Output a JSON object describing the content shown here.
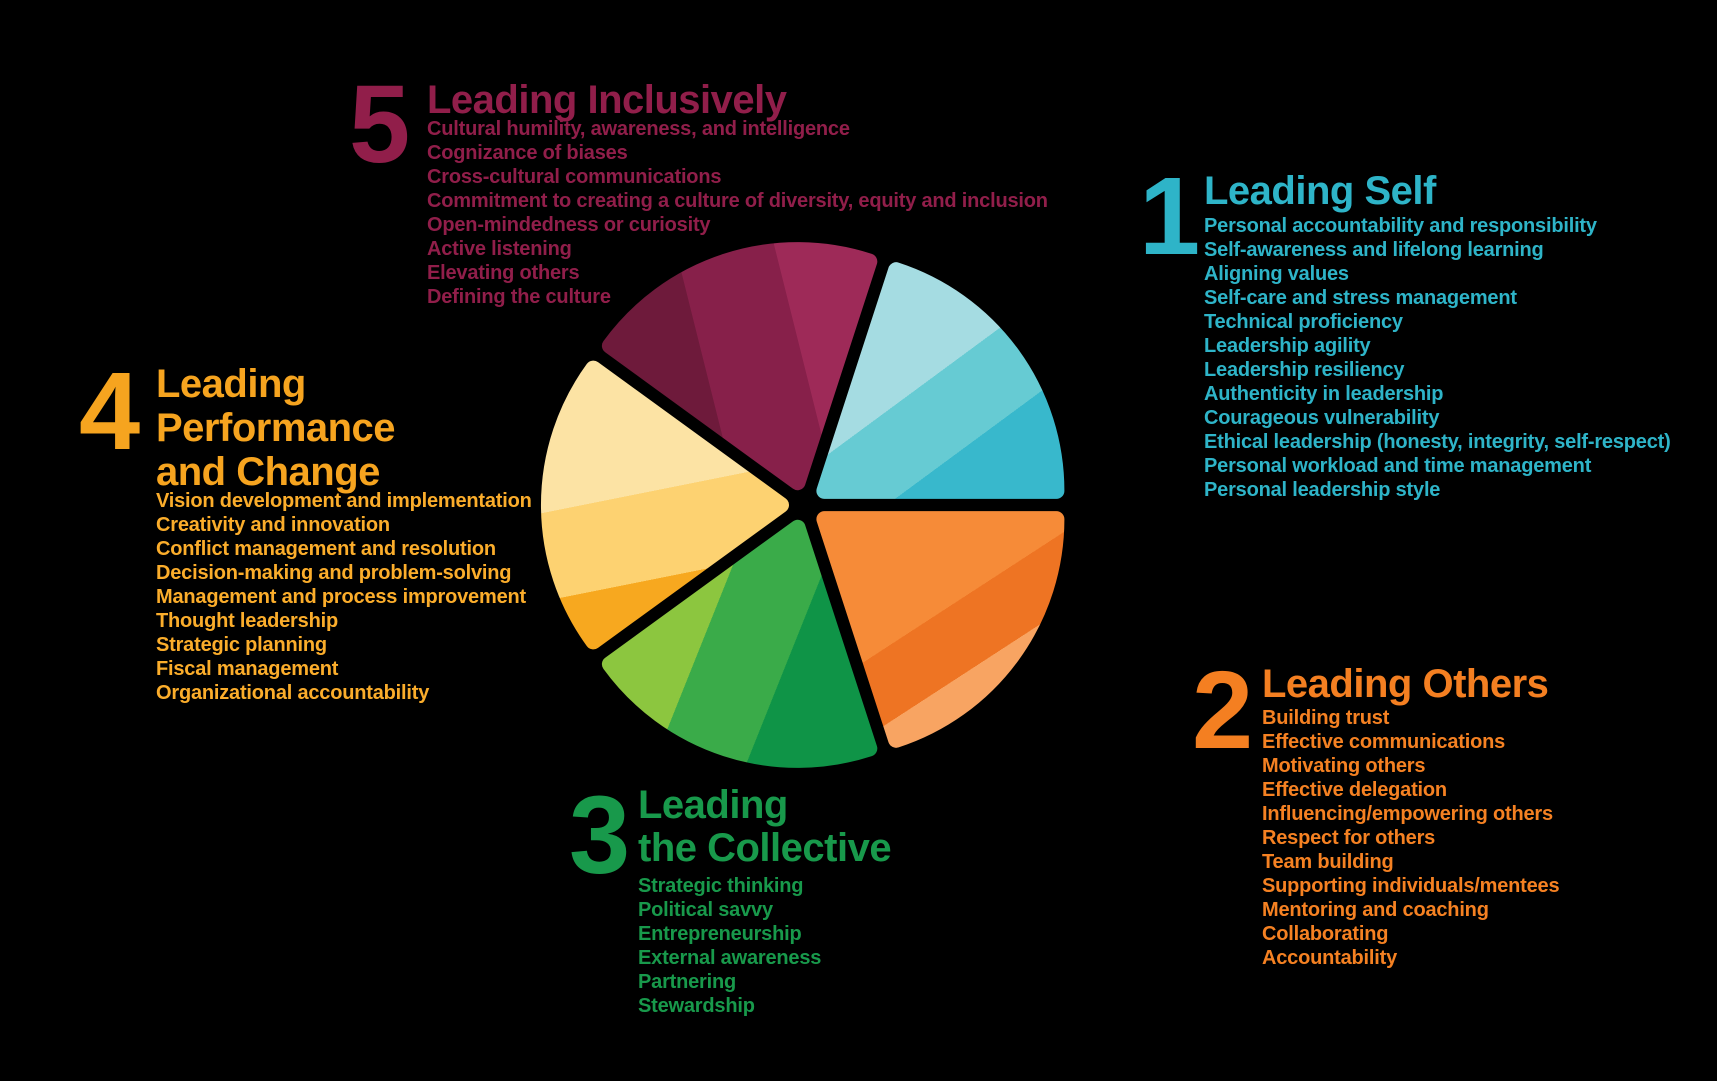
{
  "canvas": {
    "background": "#000000"
  },
  "diagram": {
    "type": "exploded-pie-infographic",
    "sections": [
      {
        "key": "leading-self",
        "number": "1",
        "title_lines": [
          "Leading Self"
        ],
        "text_color": "#2eb4c8",
        "item_color": "#2eb4c8",
        "wedge_colors": [
          "#a5dce2",
          "#66cbd3",
          "#38b8cc"
        ],
        "items": [
          "Personal accountability and responsibility",
          "Self-awareness and lifelong learning",
          "Aligning values",
          "Self-care and stress management",
          "Technical proficiency",
          "Leadership agility",
          "Leadership resiliency",
          "Authenticity in leadership",
          "Courageous vulnerability",
          "Ethical leadership (honesty, integrity, self-respect)",
          "Personal workload and time management",
          "Personal leadership style"
        ]
      },
      {
        "key": "leading-others",
        "number": "2",
        "title_lines": [
          "Leading Others"
        ],
        "text_color": "#f47f21",
        "item_color": "#f58122",
        "wedge_colors": [
          "#f68b38",
          "#ee7423",
          "#f8a462"
        ],
        "items": [
          "Building trust",
          "Effective communications",
          "Motivating others",
          "Effective delegation",
          "Influencing/empowering others",
          "Respect for others",
          "Team building",
          "Supporting individuals/mentees",
          "Mentoring and coaching",
          "Collaborating",
          "Accountability"
        ]
      },
      {
        "key": "leading-the-collective",
        "number": "3",
        "title_lines": [
          "Leading",
          "the Collective"
        ],
        "text_color": "#18994b",
        "item_color": "#18994b",
        "wedge_colors": [
          "#8cc63f",
          "#3aab49",
          "#0f9447"
        ],
        "items": [
          "Strategic thinking",
          "Political savvy",
          "Entrepreneurship",
          "External awareness",
          "Partnering",
          "Stewardship"
        ]
      },
      {
        "key": "leading-performance-and-change",
        "number": "4",
        "title_lines": [
          "Leading",
          "Performance",
          "and Change"
        ],
        "text_color": "#f6a41f",
        "item_color": "#fbad2b",
        "wedge_colors": [
          "#fce3a4",
          "#fdd271",
          "#f7a81f"
        ],
        "items": [
          "Vision development and implementation",
          "Creativity and innovation",
          "Conflict management and resolution",
          "Decision-making and problem-solving",
          "Management and process improvement",
          "Thought leadership",
          "Strategic planning",
          "Fiscal management",
          "Organizational accountability"
        ]
      },
      {
        "key": "leading-inclusively",
        "number": "5",
        "title_lines": [
          "Leading Inclusively"
        ],
        "text_color": "#911e4a",
        "item_color": "#911e4a",
        "wedge_colors": [
          "#6e1a3b",
          "#87204a",
          "#9e2a58"
        ],
        "items": [
          "Cultural humility, awareness, and intelligence",
          "Cognizance of biases",
          "Cross-cultural communications",
          "Commitment to creating a culture of diversity, equity and inclusion",
          "Open-mindedness or curiosity",
          "Active listening",
          "Elevating others",
          "Defining the culture"
        ]
      }
    ]
  }
}
